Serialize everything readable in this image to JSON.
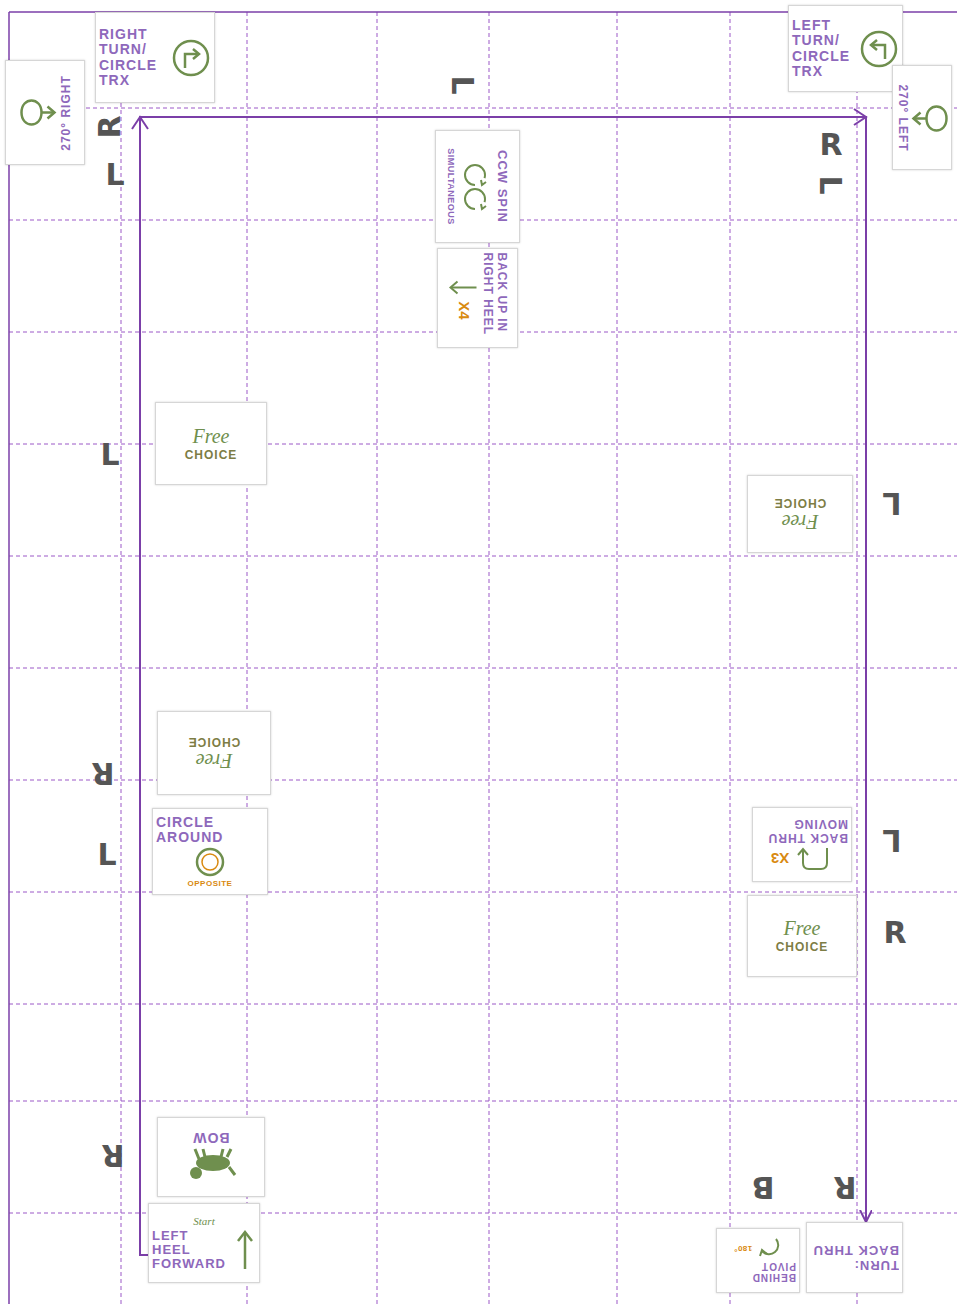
{
  "diagram": {
    "nodes": [
      {
        "text": [
          "270° RIGHT"
        ]
      },
      {
        "text": [
          "RIGHT TURN/ CIRCLE TRX"
        ]
      },
      {
        "text": [
          "LEFT TURN/ CIRCLE TRX"
        ]
      },
      {
        "text": [
          "270° LEFT"
        ]
      },
      {
        "text": [
          "CCW SPIN",
          "SIMULTANEOUS"
        ]
      },
      {
        "text": [
          "BACK UP IN RIGHT HEEL",
          "X4"
        ]
      },
      {
        "text": [
          "Free",
          "CHOICE"
        ]
      },
      {
        "text": [
          "Free",
          "CHOICE"
        ]
      },
      {
        "text": [
          "Free",
          "CHOICE"
        ]
      },
      {
        "text": [
          "CIRCLE AROUND",
          "OPPOSITE"
        ]
      },
      {
        "text": [
          "BACK THRU MOVING",
          "X3"
        ]
      },
      {
        "text": [
          "Free",
          "CHOICE"
        ]
      },
      {
        "text": [
          "BOW"
        ]
      },
      {
        "text": [
          "Start",
          "LEFT HEEL FORWARD"
        ]
      },
      {
        "text": [
          "BEHIND PIVOT",
          "180°"
        ]
      },
      {
        "text": [
          "TURN: BACK THRU"
        ]
      }
    ],
    "edges": [
      {
        "from": 13,
        "to": 15,
        "arrow": "to"
      }
    ],
    "labels": [
      "L",
      "R",
      "L",
      "R",
      "L",
      "L",
      "L",
      "R",
      "L",
      "L",
      "R",
      "R",
      "B",
      "R"
    ]
  }
}
